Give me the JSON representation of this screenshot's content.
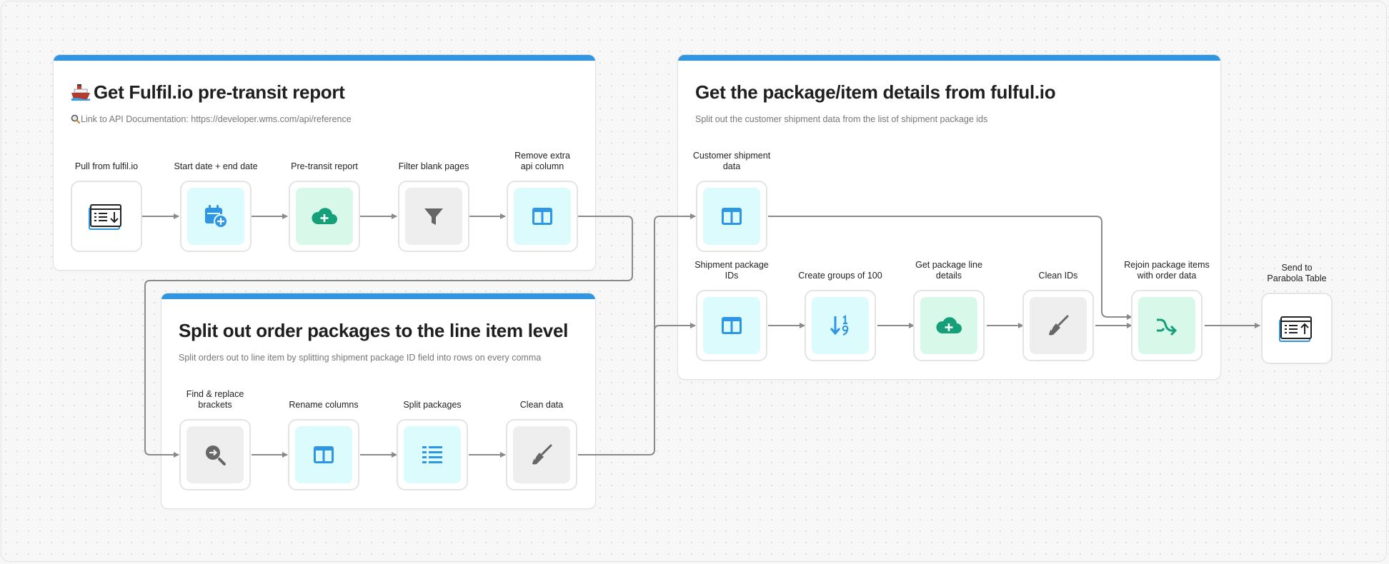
{
  "groups": {
    "pretransit": {
      "title": "Get Fulfil.io pre-transit report",
      "description": "Link to API Documentation: https://developer.wms.com/api/reference",
      "title_icon": "ship-icon",
      "description_icon": "magnifier-icon"
    },
    "split": {
      "title": "Split out order packages to the line item level",
      "description": "Split orders out to line item by splitting shipment package ID field into rows on every comma"
    },
    "details": {
      "title": "Get the package/item details from fulful.io",
      "description": "Split out the customer shipment data from the list of shipment package ids"
    }
  },
  "nodes": {
    "pull": {
      "label": "Pull from fulfil.io",
      "icon": "api-import-icon"
    },
    "dates": {
      "label": "Start date + end date",
      "icon": "calendar-add-icon"
    },
    "report": {
      "label": "Pre-transit report",
      "icon": "cloud-add-icon"
    },
    "filter": {
      "label": "Filter blank pages",
      "icon": "filter-icon"
    },
    "remove": {
      "label1": "Remove extra",
      "label2": "api column",
      "icon": "columns-icon"
    },
    "findreplace": {
      "label1": "Find & replace",
      "label2": "brackets",
      "icon": "find-replace-icon"
    },
    "rename": {
      "label": "Rename columns",
      "icon": "columns-icon"
    },
    "splitpk": {
      "label": "Split packages",
      "icon": "rows-icon"
    },
    "cleandata": {
      "label": "Clean data",
      "icon": "broom-icon"
    },
    "custship": {
      "label1": "Customer shipment",
      "label2": "data",
      "icon": "columns-icon"
    },
    "shipids": {
      "label1": "Shipment package",
      "label2": "IDs",
      "icon": "columns-icon"
    },
    "groups100": {
      "label": "Create groups of 100",
      "icon": "sort-numeric-icon"
    },
    "linedetails": {
      "label1": "Get package line",
      "label2": "details",
      "icon": "cloud-add-icon"
    },
    "cleanids": {
      "label": "Clean IDs",
      "icon": "broom-icon"
    },
    "rejoin": {
      "label1": "Rejoin package items",
      "label2": "with order data",
      "icon": "merge-icon"
    },
    "send": {
      "label1": "Send to",
      "label2": "Parabola Table",
      "icon": "table-export-icon"
    }
  },
  "colors": {
    "accent_bar": "#2f96e3",
    "icon_blue": "#2f96e3",
    "icon_green": "#16a07a",
    "icon_gray": "#666666",
    "tile_cyan": "#dcfbfc",
    "tile_green": "#d8f8ea",
    "tile_gray": "#eeeeee",
    "wire": "#8a8a8a"
  }
}
